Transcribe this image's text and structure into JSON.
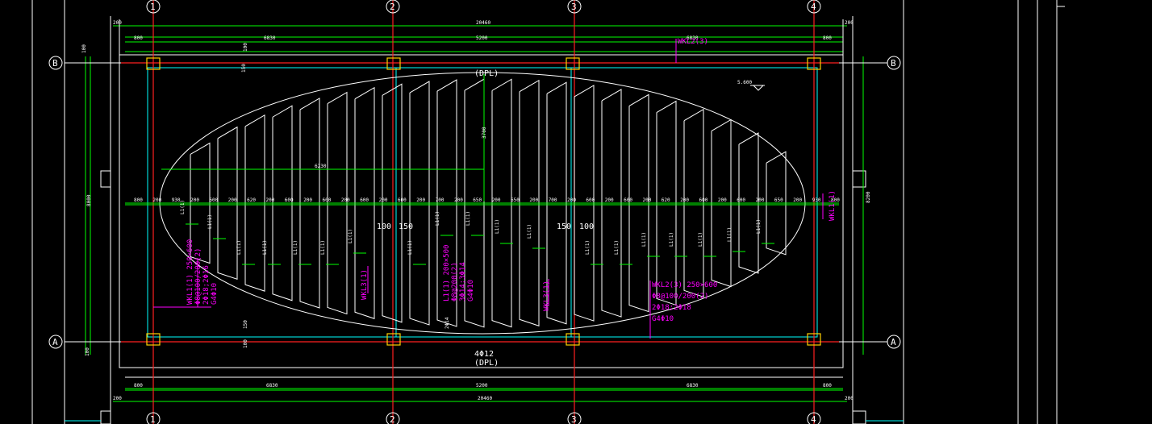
{
  "grid": {
    "columns": [
      "1",
      "2",
      "3",
      "4"
    ],
    "rows": [
      "B",
      "A"
    ]
  },
  "dims": {
    "total": "20460",
    "edge_left": "200",
    "edge_right": "200",
    "top_segments": [
      "800",
      "6830",
      "5200",
      "6830",
      "800"
    ],
    "bottom_segments": [
      "800",
      "6830",
      "5200",
      "6830",
      "800"
    ],
    "left_side": [
      "100",
      "8000",
      "100"
    ],
    "right_side": "8200",
    "upper_left_150": "150",
    "upper_left_100": "100",
    "lower_left_150": "150",
    "lower_left_100": "100",
    "span_6230": "6230",
    "span_3700": "3700",
    "mid_100_150": "100",
    "mid_150_a": "150",
    "mid_150_b": "150",
    "mid_100_b": "100",
    "elevation": "5.600",
    "bottom_bar": "4Φ12",
    "bottom_label": "(DPL)",
    "top_label": "(DPL)",
    "bottom_2phi14": "2Φ14"
  },
  "beam_dims": [
    "800",
    "200",
    "930",
    "200",
    "600",
    "200",
    "620",
    "200",
    "600",
    "200",
    "600",
    "200",
    "600",
    "200",
    "600",
    "200",
    "700",
    "200",
    "650",
    "200",
    "650",
    "200",
    "700",
    "200",
    "600",
    "200",
    "600",
    "200",
    "620",
    "200",
    "600",
    "200",
    "600",
    "200",
    "650",
    "200",
    "930",
    "800"
  ],
  "l1_label": "L1(1)",
  "annotations": {
    "wkl_top": "WKL2(3)",
    "wkl1_left": [
      "WKL1(1) 250×600",
      "Φ8@100/200(2)",
      "2Φ18;2Φ16",
      "G4Φ10"
    ],
    "center": [
      "L1(1) 200×500",
      "Φ8@200(2)",
      "3Φ14;3Φ14",
      "G4Φ10"
    ],
    "wkl2_right": [
      "WKL2(3) 250×600",
      "Φ8@100/200(2)",
      "2Φ18;2Φ18",
      "G4Φ10"
    ],
    "vertical_left": "WKL3(1)",
    "vertical_mid": "WKL3(1)",
    "right_vertical": "WKL1(1)"
  },
  "colors": {
    "background": "#000000",
    "dimension": "#00ff00",
    "outline": "#ffffff",
    "beam": "#ff2020",
    "column": "#ffd000",
    "inner": "#00ffff",
    "annotation": "#ff00ff"
  }
}
